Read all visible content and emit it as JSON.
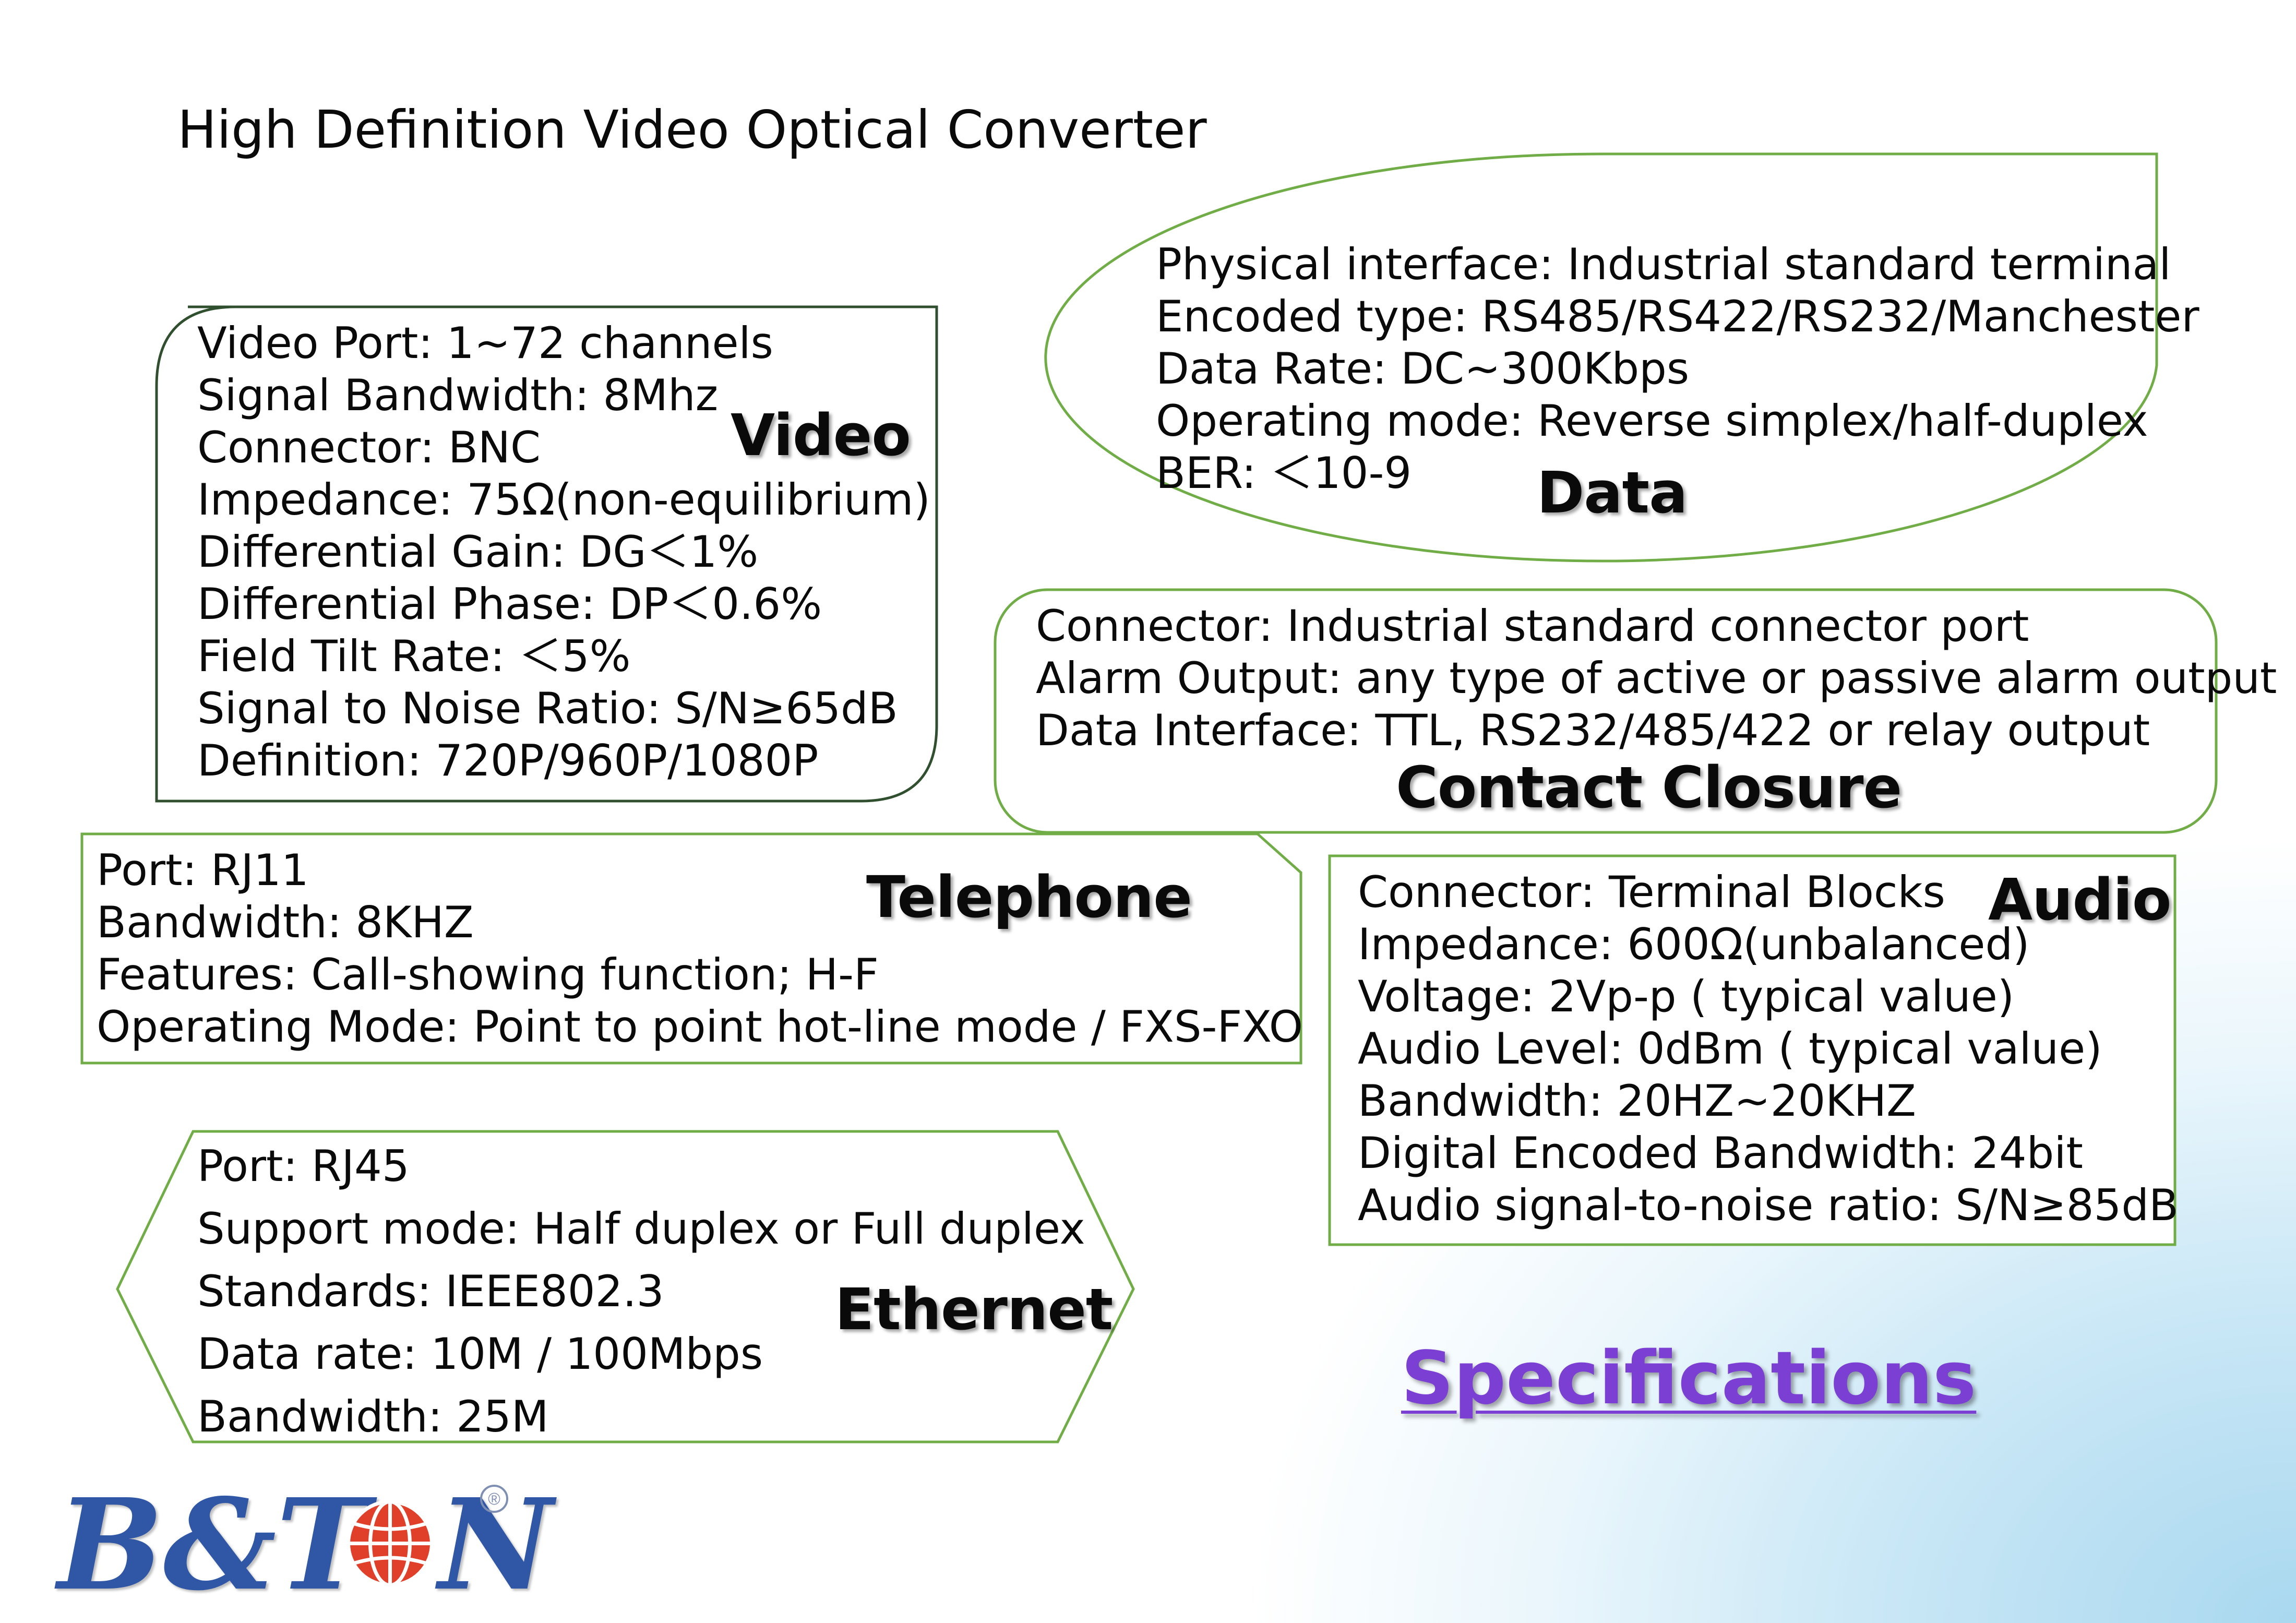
{
  "title": "High Definition Video Optical Converter",
  "video": {
    "heading": "Video",
    "lines": [
      "Video Port: 1~72 channels",
      "Signal Bandwidth: 8Mhz",
      "Connector: BNC",
      "Impedance: 75Ω(non-equilibrium)",
      "Differential Gain: DG＜1%",
      "Differential Phase: DP＜0.6%",
      "Field Tilt Rate: ＜5%",
      "Signal to Noise Ratio: S/N≥65dB",
      "Definition: 720P/960P/1080P"
    ]
  },
  "data": {
    "heading": "Data",
    "lines": [
      "Physical interface: Industrial standard terminal",
      "Encoded type: RS485/RS422/RS232/Manchester",
      "Data Rate: DC~300Kbps",
      "Operating mode: Reverse simplex/half-duplex",
      "BER: ＜10-9"
    ]
  },
  "contact": {
    "heading": "Contact Closure",
    "lines": [
      "Connector: Industrial standard connector port",
      "Alarm Output: any type of active or passive alarm output",
      "Data Interface: TTL, RS232/485/422 or relay output"
    ]
  },
  "telephone": {
    "heading": "Telephone",
    "lines": [
      "Port: RJ11",
      "Bandwidth: 8KHZ",
      "Features: Call-showing function; H-F",
      "Operating Mode: Point to point hot-line mode / FXS-FXO"
    ]
  },
  "audio": {
    "heading": "Audio",
    "lines": [
      "Connector: Terminal Blocks",
      "Impedance: 600Ω(unbalanced)",
      "Voltage: 2Vp-p ( typical value)",
      "Audio Level: 0dBm ( typical value)",
      "Bandwidth: 20HZ~20KHZ",
      "Digital Encoded Bandwidth: 24bit",
      "Audio signal-to-noise ratio: S/N≥85dB"
    ]
  },
  "ethernet": {
    "heading": "Ethernet",
    "lines": [
      "Port: RJ45",
      "Support mode: Half duplex or Full duplex",
      "Standards: IEEE802.3",
      "Data rate: 10M / 100Mbps",
      "Bandwidth: 25M"
    ]
  },
  "specifications": "Specifications",
  "logo": {
    "text_left": "B&T",
    "text_right": "N",
    "registered": "®"
  },
  "colors": {
    "border_green": "#70ad47",
    "border_dark": "#2f4f2f",
    "specs_purple": "#7b3fd4",
    "logo_blue": "#3057a6",
    "globe_red": "#e0402a"
  }
}
